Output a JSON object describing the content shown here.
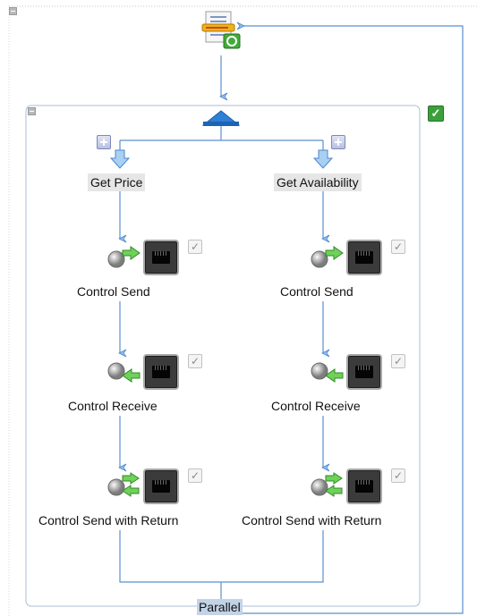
{
  "diagram": {
    "group_label": "Parallel",
    "branches": [
      {
        "label": "Get Price",
        "steps": [
          "Control Send",
          "Control Receive",
          "Control Send with Return"
        ]
      },
      {
        "label": "Get Availability",
        "steps": [
          "Control Send",
          "Control Receive",
          "Control Send with Return"
        ]
      }
    ]
  },
  "colors": {
    "connector": "#5b8fd0",
    "arrow_fill": "#9ec8ef",
    "group_border": "#a8bfd6",
    "status_check": "#3aa13a"
  },
  "icons": {
    "start": "document-process-icon",
    "parallel_split": "parallel-split-icon",
    "send": "control-send-icon",
    "receive": "control-receive-icon",
    "send_return": "control-send-return-icon",
    "device": "network-port-icon",
    "check": "checkbox-icon"
  }
}
